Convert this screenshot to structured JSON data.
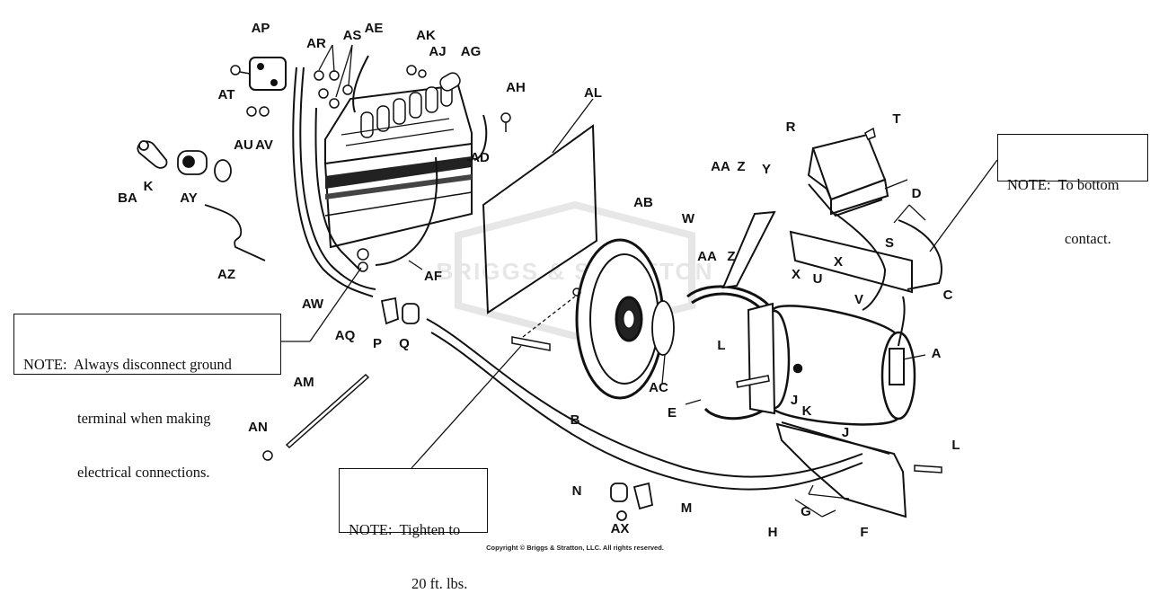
{
  "diagram": {
    "watermark": "BRIGGS & STRATTON",
    "labels": [
      {
        "key": "AP",
        "text": "AP"
      },
      {
        "key": "AR",
        "text": "AR"
      },
      {
        "key": "AS",
        "text": "AS"
      },
      {
        "key": "AE",
        "text": "AE"
      },
      {
        "key": "AK",
        "text": "AK"
      },
      {
        "key": "AJ",
        "text": "AJ"
      },
      {
        "key": "AG",
        "text": "AG"
      },
      {
        "key": "AH",
        "text": "AH"
      },
      {
        "key": "AL",
        "text": "AL"
      },
      {
        "key": "AT",
        "text": "AT"
      },
      {
        "key": "AU",
        "text": "AU"
      },
      {
        "key": "AV",
        "text": "AV"
      },
      {
        "key": "AD",
        "text": "AD"
      },
      {
        "key": "BA",
        "text": "BA"
      },
      {
        "key": "K1",
        "text": "K"
      },
      {
        "key": "AY",
        "text": "AY"
      },
      {
        "key": "AZ",
        "text": "AZ"
      },
      {
        "key": "AF",
        "text": "AF"
      },
      {
        "key": "AW",
        "text": "AW"
      },
      {
        "key": "AQ",
        "text": "AQ"
      },
      {
        "key": "P",
        "text": "P"
      },
      {
        "key": "Q",
        "text": "Q"
      },
      {
        "key": "AM",
        "text": "AM"
      },
      {
        "key": "AN",
        "text": "AN"
      },
      {
        "key": "AB",
        "text": "AB"
      },
      {
        "key": "AA1",
        "text": "AA"
      },
      {
        "key": "Z1",
        "text": "Z"
      },
      {
        "key": "Y",
        "text": "Y"
      },
      {
        "key": "W",
        "text": "W"
      },
      {
        "key": "AA2",
        "text": "AA"
      },
      {
        "key": "Z2",
        "text": "Z"
      },
      {
        "key": "R",
        "text": "R"
      },
      {
        "key": "T",
        "text": "T"
      },
      {
        "key": "D",
        "text": "D"
      },
      {
        "key": "S",
        "text": "S"
      },
      {
        "key": "X1",
        "text": "X"
      },
      {
        "key": "X2",
        "text": "X"
      },
      {
        "key": "U",
        "text": "U"
      },
      {
        "key": "V",
        "text": "V"
      },
      {
        "key": "C",
        "text": "C"
      },
      {
        "key": "L1",
        "text": "L"
      },
      {
        "key": "A",
        "text": "A"
      },
      {
        "key": "AC",
        "text": "AC"
      },
      {
        "key": "E",
        "text": "E"
      },
      {
        "key": "J1",
        "text": "J"
      },
      {
        "key": "K2",
        "text": "K"
      },
      {
        "key": "J2",
        "text": "J"
      },
      {
        "key": "L2",
        "text": "L"
      },
      {
        "key": "B",
        "text": "B"
      },
      {
        "key": "N",
        "text": "N"
      },
      {
        "key": "M",
        "text": "M"
      },
      {
        "key": "AX",
        "text": "AX"
      },
      {
        "key": "H",
        "text": "H"
      },
      {
        "key": "G",
        "text": "G"
      },
      {
        "key": "F",
        "text": "F"
      }
    ]
  },
  "notes": {
    "ground": [
      "NOTE:  Always disconnect ground",
      "terminal when making",
      "electrical connections."
    ],
    "tighten": [
      "NOTE:  Tighten to",
      "20 ft. lbs."
    ],
    "bottom": [
      "NOTE:  To bottom",
      "contact."
    ]
  },
  "copyright": "Copyright © Briggs & Stratton, LLC. All rights reserved."
}
